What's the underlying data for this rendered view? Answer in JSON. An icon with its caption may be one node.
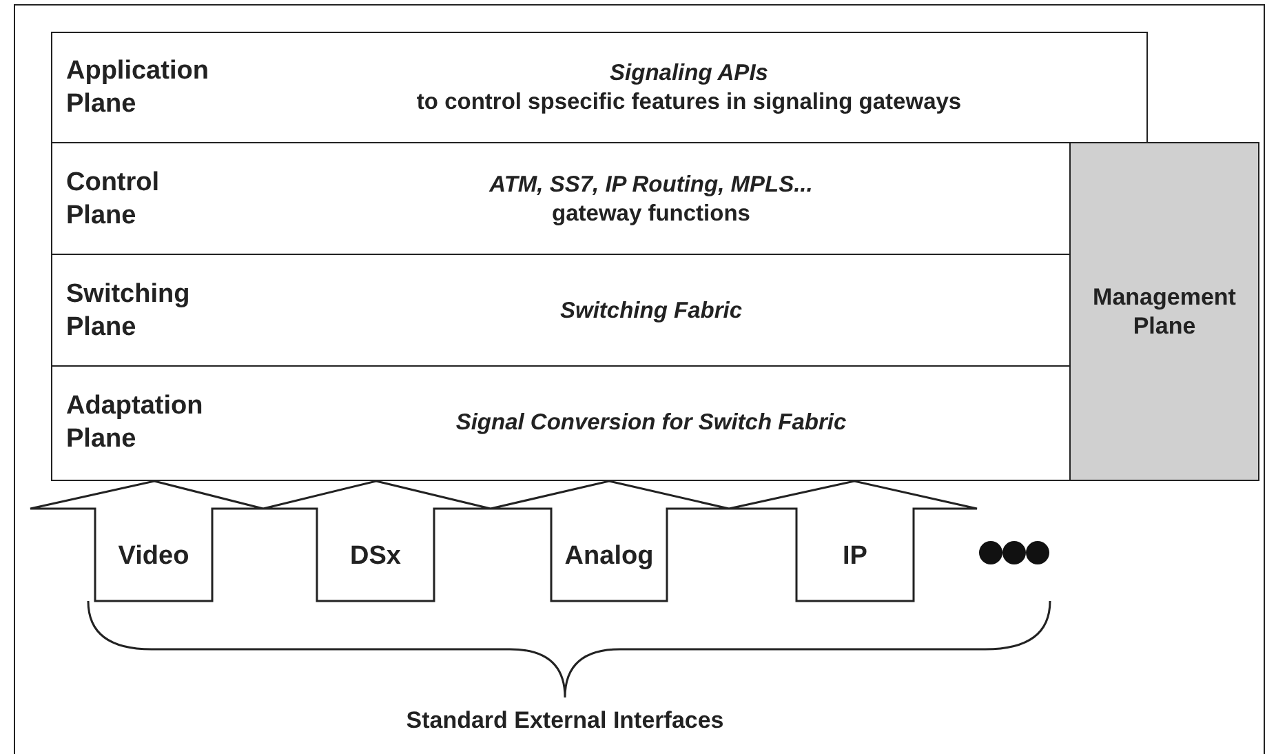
{
  "diagram": {
    "nodes": [
      {
        "text": [
          "Application Plane",
          "*Signaling APIs* to control spsecific features in signaling gateways"
        ]
      },
      {
        "text": [
          "Control Plane",
          "*ATM, SS7, IP Routing, MPLS...* gateway functions"
        ]
      },
      {
        "text": [
          "Switching Plane",
          "Switching Fabric"
        ]
      },
      {
        "text": [
          "Adaptation Plane",
          "Signal Conversion for Switch Fabric"
        ]
      },
      {
        "text": [
          "Management Plane"
        ]
      }
    ],
    "edges": [
      {
        "from": null,
        "to": 3,
        "arrow": "to",
        "label": "Video",
        "style": "thick"
      },
      {
        "from": null,
        "to": 3,
        "arrow": "to",
        "label": "DSx",
        "style": "thick"
      },
      {
        "from": null,
        "to": 3,
        "arrow": "to",
        "label": "Analog",
        "style": "thick"
      },
      {
        "from": null,
        "to": 3,
        "arrow": "to",
        "label": "IP",
        "style": "thick"
      }
    ],
    "labels": [
      "Standard External Interfaces"
    ]
  }
}
